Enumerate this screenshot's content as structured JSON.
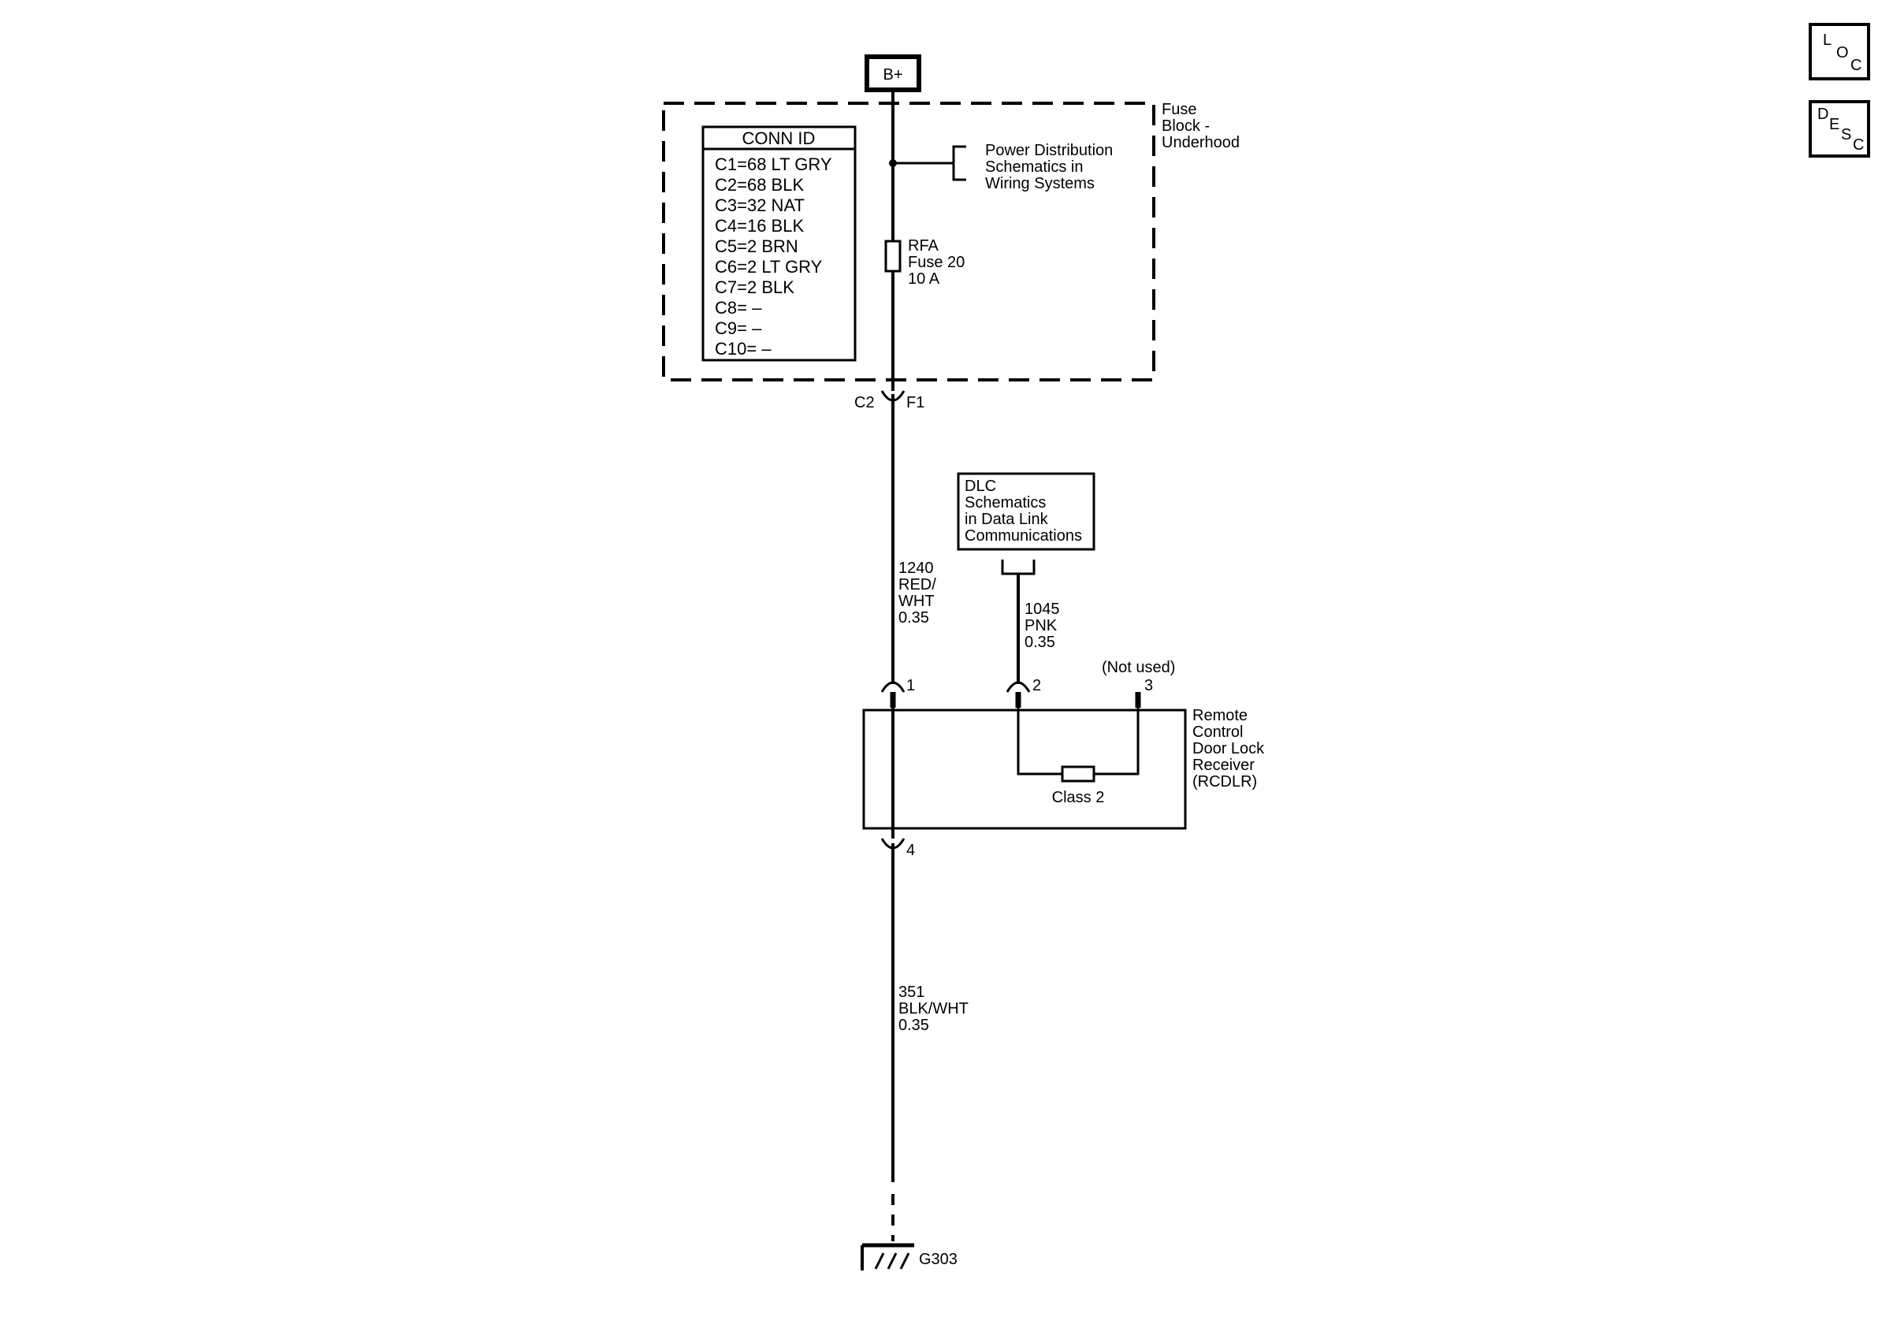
{
  "power": {
    "label": "B+"
  },
  "fuse_block": {
    "label_lines": [
      "Fuse",
      "Block -",
      "Underhood"
    ],
    "conn_id": {
      "title": "CONN ID",
      "entries": [
        "C1=68 LT GRY",
        "C2=68 BLK",
        "C3=32 NAT",
        "C4=16 BLK",
        "C5=2 BRN",
        "C6=2 LT GRY",
        "C7=2 BLK",
        "C8= –",
        "C9= –",
        "C10= –"
      ]
    },
    "power_distribution_ref": [
      "Power Distribution",
      "Schematics in",
      "Wiring  Systems"
    ],
    "fuse_lines": [
      "RFA",
      "Fuse 20",
      "10 A"
    ],
    "connector_left": "C2",
    "connector_right": "F1"
  },
  "dlc_ref": {
    "lines": [
      "DLC",
      "Schematics",
      "in Data Link",
      "Communications"
    ]
  },
  "wires": {
    "feed_lines": [
      "1240",
      "RED/",
      "WHT",
      "0.35"
    ],
    "data_lines": [
      "1045",
      "PNK",
      "0.35"
    ],
    "ground_lines": [
      "351",
      "BLK/WHT",
      "0.35"
    ]
  },
  "receiver": {
    "label_lines": [
      "Remote",
      "Control",
      "Door Lock",
      "Receiver",
      "(RCDLR)"
    ],
    "pins": [
      "1",
      "2",
      "3",
      "4"
    ],
    "not_used": "(Not used)",
    "class2": "Class 2"
  },
  "ground": {
    "label": "G303"
  },
  "side_buttons": {
    "loc": [
      "L",
      "O",
      "C"
    ],
    "desc": [
      "D",
      "E",
      "S",
      "C"
    ]
  }
}
